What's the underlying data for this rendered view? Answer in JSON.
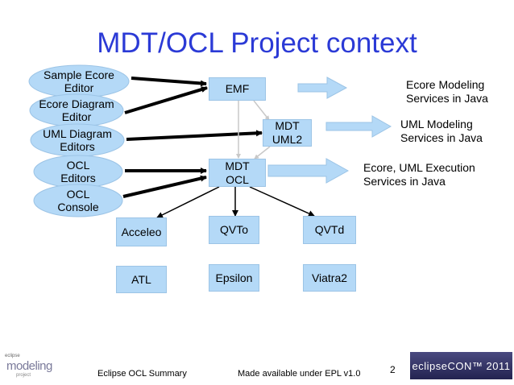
{
  "title": "MDT/OCL Project context",
  "clients": [
    "Sample Ecore\nEditor",
    "Ecore Diagram\nEditor",
    "UML Diagram\nEditors",
    "OCL\nEditors",
    "OCL\nConsole"
  ],
  "boxes": {
    "emf": "EMF",
    "mdt_uml2": "MDT\nUML2",
    "mdt_ocl": "MDT\nOCL",
    "acceleo": "Acceleo",
    "qvto": "QVTo",
    "qvtd": "QVTd",
    "atl": "ATL",
    "epsilon": "Epsilon",
    "viatra2": "Viatra2"
  },
  "notes": {
    "ecore_modeling": "Ecore Modeling\nServices in Java",
    "uml_modeling": "UML Modeling\nServices in Java",
    "ecore_uml_execution": "Ecore, UML Execution\nServices in Java"
  },
  "footer": {
    "left": "Eclipse OCL Summary",
    "center": "Made available under EPL v1.0",
    "page_number": "2"
  },
  "logos": {
    "left_top": "eclipse",
    "left_main": "modeling",
    "left_sub": "project",
    "right": "eclipseCON™ 2011"
  },
  "colors": {
    "title": "#2b3ad6",
    "shape_fill": "#b4d9f7"
  }
}
